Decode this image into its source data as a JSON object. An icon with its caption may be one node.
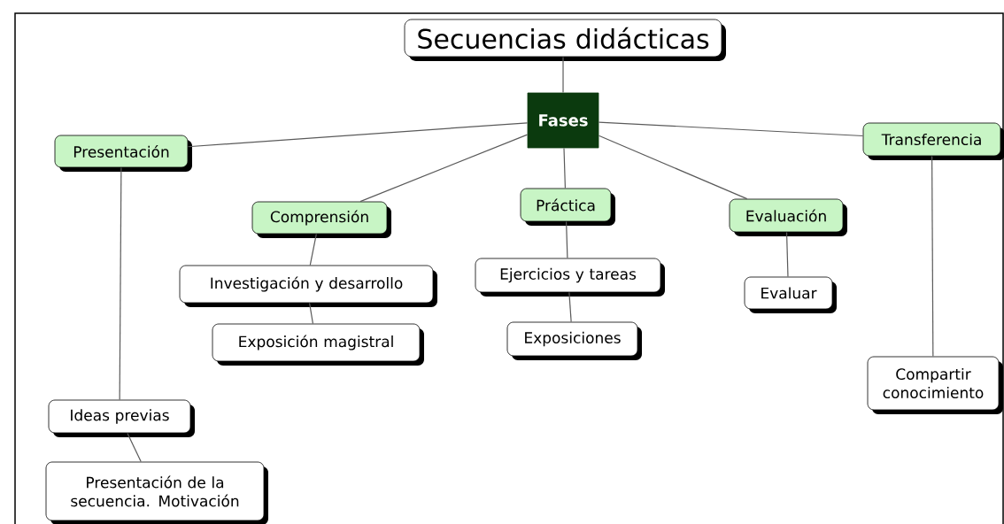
{
  "diagram": {
    "nodes": [
      {
        "text": [
          "Secuencias didácticas"
        ]
      },
      {
        "text": [
          "Fases"
        ]
      },
      {
        "text": [
          "Presentación"
        ]
      },
      {
        "text": [
          "Comprensión"
        ]
      },
      {
        "text": [
          "Práctica"
        ]
      },
      {
        "text": [
          "Evaluación"
        ]
      },
      {
        "text": [
          "Transferencia"
        ]
      },
      {
        "text": [
          "Investigación y desarrollo"
        ]
      },
      {
        "text": [
          "Exposición magistral"
        ]
      },
      {
        "text": [
          "Ejercicios y tareas"
        ]
      },
      {
        "text": [
          "Exposiciones"
        ]
      },
      {
        "text": [
          "Evaluar"
        ]
      },
      {
        "text": [
          "Compartir conocimiento"
        ]
      },
      {
        "text": [
          "Ideas previas"
        ]
      },
      {
        "text": [
          "Presentación de la secuencia. Motivación"
        ]
      }
    ],
    "edges": [
      {
        "from": 0,
        "to": 1,
        "arrow": "none"
      },
      {
        "from": 1,
        "to": 2,
        "arrow": "none"
      },
      {
        "from": 1,
        "to": 3,
        "arrow": "none"
      },
      {
        "from": 1,
        "to": 4,
        "arrow": "none"
      },
      {
        "from": 1,
        "to": 5,
        "arrow": "none"
      },
      {
        "from": 1,
        "to": 6,
        "arrow": "none"
      },
      {
        "from": 2,
        "to": 13,
        "arrow": "none"
      },
      {
        "from": 13,
        "to": 14,
        "arrow": "none"
      },
      {
        "from": 3,
        "to": 7,
        "arrow": "none"
      },
      {
        "from": 7,
        "to": 8,
        "arrow": "none"
      },
      {
        "from": 4,
        "to": 9,
        "arrow": "none"
      },
      {
        "from": 9,
        "to": 10,
        "arrow": "none"
      },
      {
        "from": 5,
        "to": 11,
        "arrow": "none"
      },
      {
        "from": 6,
        "to": 12,
        "arrow": "none"
      }
    ]
  }
}
